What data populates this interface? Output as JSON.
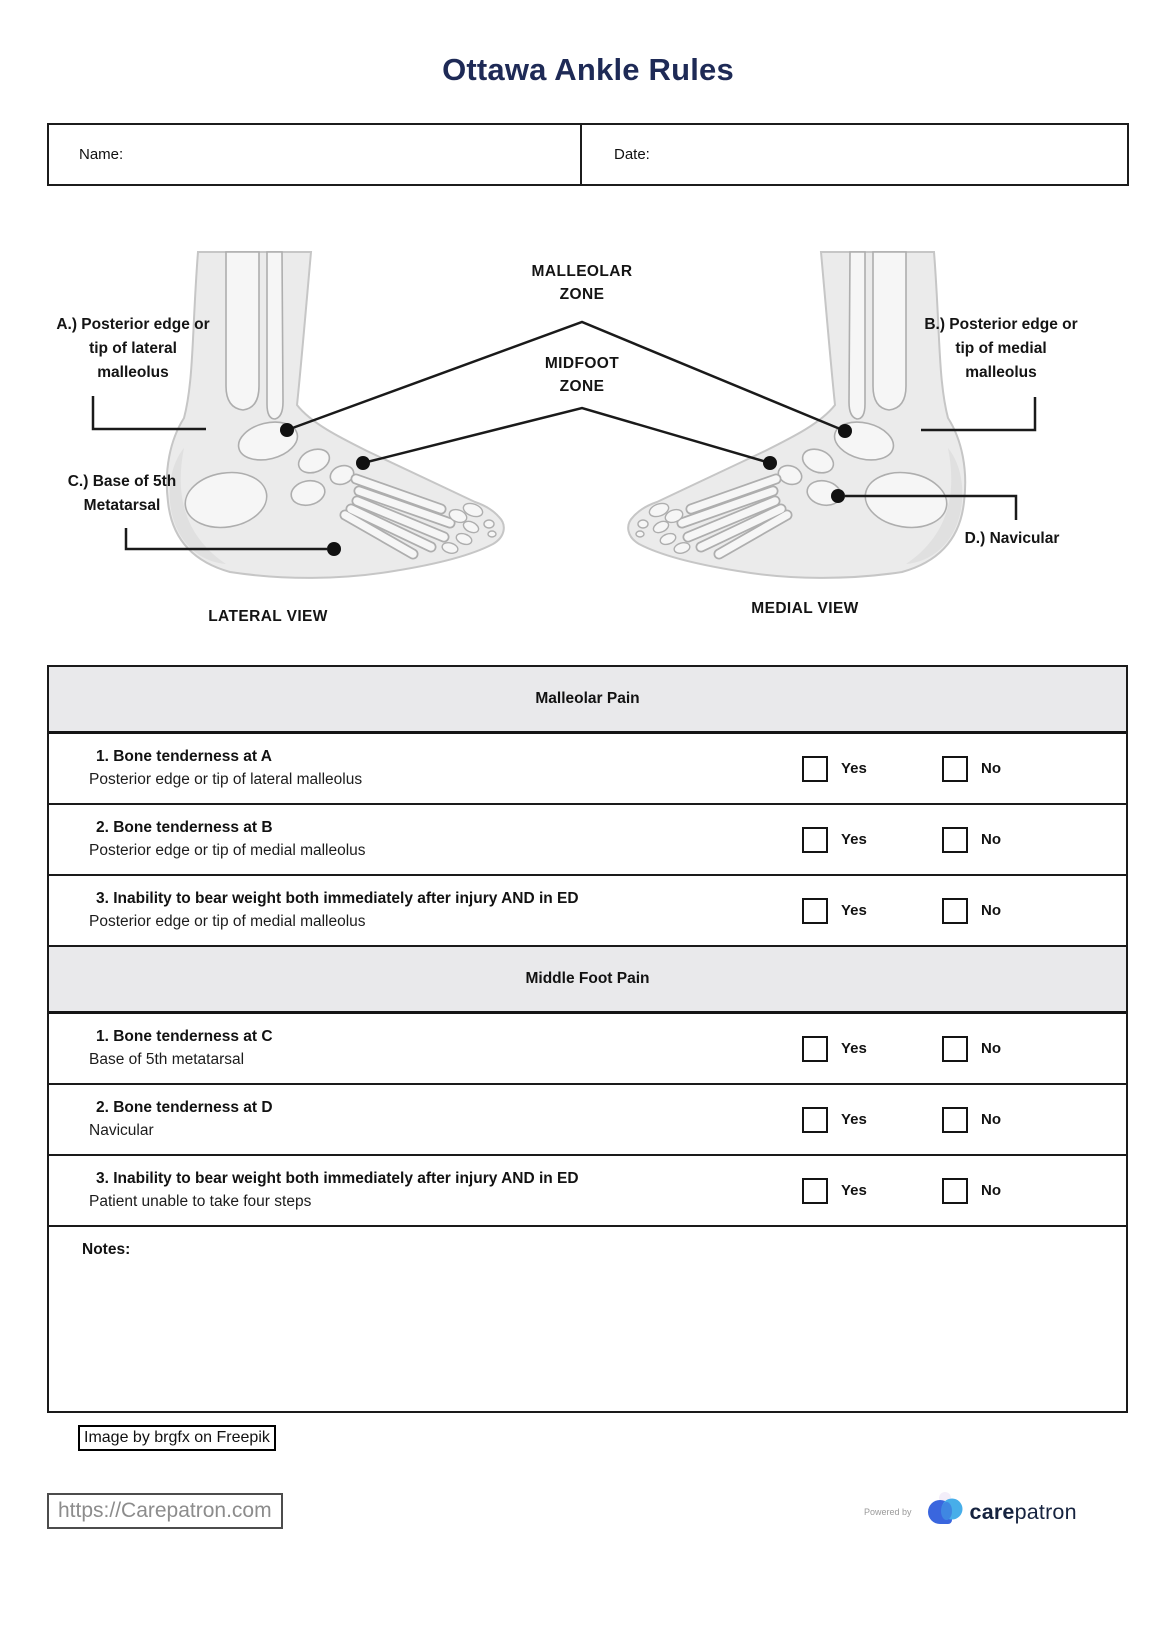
{
  "title": "Ottawa Ankle Rules",
  "fields": {
    "name_label": "Name:",
    "date_label": "Date:"
  },
  "diagram": {
    "zones": {
      "malleolar_line1": "MALLEOLAR",
      "malleolar_line2": "ZONE",
      "midfoot_line1": "MIDFOOT",
      "midfoot_line2": "ZONE"
    },
    "labels": {
      "a": [
        "A.) Posterior edge or",
        "tip of lateral",
        "malleolus"
      ],
      "b": [
        "B.) Posterior edge or",
        "tip of medial",
        "malleolus"
      ],
      "c": [
        "C.) Base of 5th",
        "Metatarsal"
      ],
      "d": "D.) Navicular"
    },
    "views": {
      "lateral": "LATERAL VIEW",
      "medial": "MEDIAL VIEW"
    }
  },
  "checklist": {
    "yes_label": "Yes",
    "no_label": "No",
    "notes_label": "Notes:",
    "sections": [
      {
        "header": "Malleolar Pain",
        "items": [
          {
            "title": "1. Bone tenderness at A",
            "subtitle": "Posterior edge or tip of lateral malleolus"
          },
          {
            "title": "2. Bone tenderness at B",
            "subtitle": "Posterior edge or tip of medial malleolus"
          },
          {
            "title": "3. Inability to bear weight both immediately after injury AND in ED",
            "subtitle": "Posterior edge or tip of medial malleolus"
          }
        ]
      },
      {
        "header": "Middle Foot Pain",
        "items": [
          {
            "title": "1. Bone tenderness at C",
            "subtitle": "Base of 5th metatarsal"
          },
          {
            "title": "2. Bone tenderness at D",
            "subtitle": "Navicular"
          },
          {
            "title": "3. Inability to bear weight both immediately after injury AND in ED",
            "subtitle": "Patient unable to take four steps"
          }
        ]
      }
    ]
  },
  "footer": {
    "image_credit": "Image by brgfx on Freepik",
    "site_link": "https://Carepatron.com",
    "powered_by": "Powered by",
    "brand_bold": "care",
    "brand_rest": "patron"
  },
  "colors": {
    "title_navy": "#1e2a56",
    "logo_dark_blue": "#3a66de",
    "logo_light_blue": "#47aee9",
    "table_header_gray": "#e9e9eb"
  }
}
